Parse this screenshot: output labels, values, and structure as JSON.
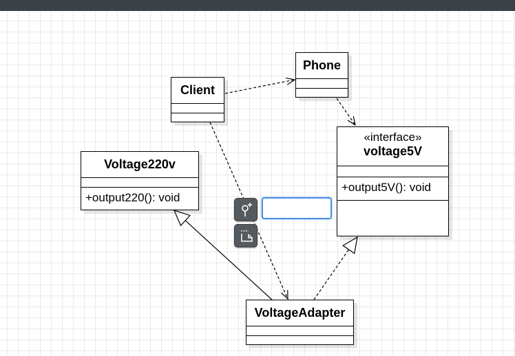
{
  "diagram": {
    "classes": {
      "phone": {
        "name": "Phone"
      },
      "client": {
        "name": "Client"
      },
      "voltage5v": {
        "stereotype": "«interface»",
        "name": "voltage5V",
        "operation": "+output5V(): void"
      },
      "voltage220v": {
        "name": "Voltage220v",
        "operation": "+output220(): void"
      },
      "adapter": {
        "name": "VoltageAdapter"
      }
    },
    "relations": [
      {
        "from": "Client",
        "to": "Phone",
        "type": "dependency"
      },
      {
        "from": "Phone",
        "to": "voltage5V",
        "type": "dependency"
      },
      {
        "from": "Client",
        "to": "VoltageAdapter",
        "type": "dependency"
      },
      {
        "from": "VoltageAdapter",
        "to": "Voltage220v",
        "type": "generalization"
      },
      {
        "from": "VoltageAdapter",
        "to": "voltage5V",
        "type": "realization"
      }
    ]
  },
  "toolbar": {
    "buttons": [
      {
        "icon": "add-connector-icon"
      },
      {
        "icon": "add-note-icon"
      }
    ]
  },
  "label_editor": {
    "value": ""
  },
  "colors": {
    "topbar": "#3b4147",
    "grid": "#e9e9e9",
    "editor_focus": "#4a90e2",
    "tool_button": "#555a5e"
  }
}
